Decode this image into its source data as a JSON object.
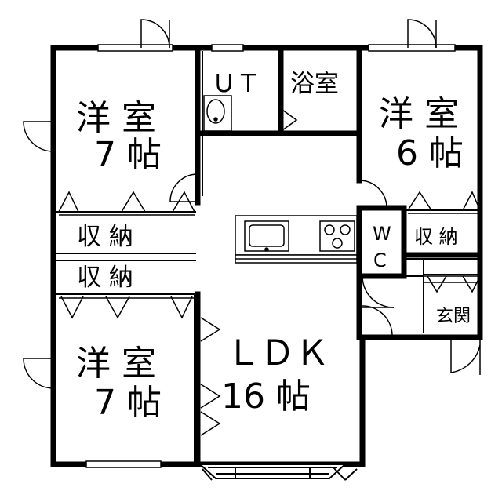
{
  "rooms": {
    "western_room_nw": {
      "name": "洋 室",
      "size": "7 帖"
    },
    "ut": {
      "name": "ＵＴ"
    },
    "bath": {
      "name": "浴室"
    },
    "western_room_ne": {
      "name": "洋 室",
      "size": "6 帖"
    },
    "storage_left_upper": {
      "name": "収 納"
    },
    "storage_left_lower": {
      "name": "収 納"
    },
    "wc": {
      "line1": "W",
      "line2": "C"
    },
    "storage_right": {
      "name": "収 納"
    },
    "entrance": {
      "name": "玄関"
    },
    "ldk": {
      "name": "ＬＤＫ",
      "size": "16 帖"
    },
    "western_room_sw": {
      "name": "洋 室",
      "size": "7 帖"
    }
  }
}
